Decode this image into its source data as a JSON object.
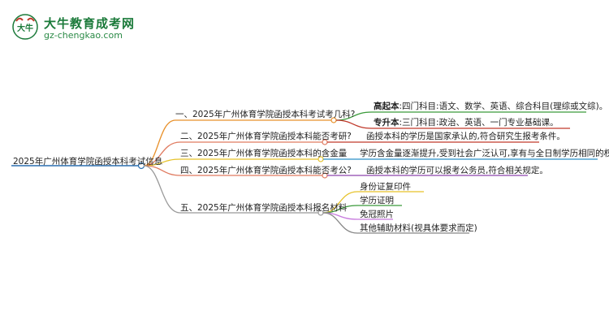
{
  "logo": {
    "mark_text": "大牛",
    "name": "大牛教育成考网",
    "url": "gz-chengkao.com"
  },
  "mindmap": {
    "root": "2025年广州体育学院函授本科考试信息",
    "branches": [
      {
        "label": "一、2025年广州体育学院函授本科考试考几科?",
        "color": "#e8902a",
        "leaves": [
          {
            "label_bold": "高起本",
            "label": ":四门科目:语文、数学、英语、综合科目(理综或文综)。",
            "color": "#3a9a3a"
          },
          {
            "label_bold": "专升本",
            "label": ":三门科目:政治、英语、一门专业基础课。",
            "color": "#c0392b"
          }
        ]
      },
      {
        "label": "二、2025年广州体育学院函授本科能否考研?",
        "color": "#e07a5f",
        "leaves": [
          {
            "label": "函授本科的学历是国家承认的,符合研究生报考条件。",
            "color": "#c0392b"
          }
        ]
      },
      {
        "label": "三、2025年广州体育学院函授本科的含金量",
        "color": "#e6c229",
        "leaves": [
          {
            "label": "学历含金量逐渐提升,受到社会广泛认可,享有与全日制学历相同的权益。",
            "color": "#2a8fc7"
          }
        ]
      },
      {
        "label": "四、2025年广州体育学院函授本科能否考公?",
        "color": "#e07a5f",
        "leaves": [
          {
            "label": "函授本科的学历可以报考公务员,符合相关规定。",
            "color": "#8e44ad"
          }
        ]
      },
      {
        "label": "五、2025年广州体育学院函授本科报名材料",
        "color": "#999999",
        "leaves": [
          {
            "label": "身份证复印件",
            "color": "#e6c229"
          },
          {
            "label": "学历证明",
            "color": "#3a9a3a"
          },
          {
            "label": "免冠照片",
            "color": "#c678dd"
          },
          {
            "label": "其他辅助材料(视具体要求而定)",
            "color": "#888888"
          }
        ]
      }
    ]
  }
}
